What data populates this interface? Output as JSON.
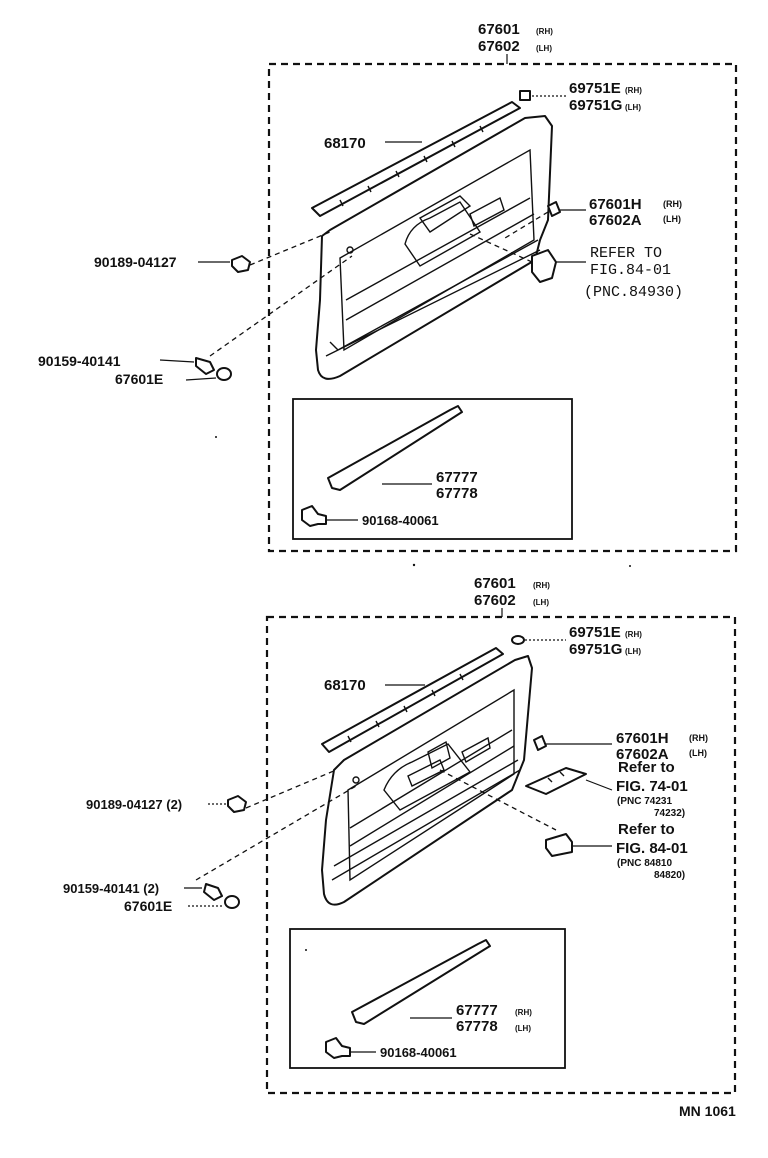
{
  "upper": {
    "assy_rh": "67601",
    "assy_rh_sfx": "(RH)",
    "assy_lh": "67602",
    "assy_lh_sfx": "(LH)",
    "cap_rh": "69751E",
    "cap_rh_sfx": "(RH)",
    "cap_lh": "69751G",
    "cap_lh_sfx": "(LH)",
    "weatherstrip": "68170",
    "clip_rh": "67601H",
    "clip_rh_sfx": "(RH)",
    "clip_lh": "67602A",
    "clip_lh_sfx": "(LH)",
    "refer_line1": "REFER TO",
    "refer_line2": "FIG.84-01",
    "refer_line3": "(PNC.84930)",
    "nut": "90189-04127",
    "screw": "90159-40141",
    "cover": "67601E",
    "panel_a": "67777",
    "panel_b": "67778",
    "panel_screw": "90168-40061"
  },
  "lower": {
    "assy_rh": "67601",
    "assy_rh_sfx": "(RH)",
    "assy_lh": "67602",
    "assy_lh_sfx": "(LH)",
    "cap_rh": "69751E",
    "cap_rh_sfx": "(RH)",
    "cap_lh": "69751G",
    "cap_lh_sfx": "(LH)",
    "weatherstrip": "68170",
    "clip_rh": "67601H",
    "clip_rh_sfx": "(RH)",
    "clip_lh": "67602A",
    "clip_lh_sfx": "(LH)",
    "refer1_line1": "Refer to",
    "refer1_line2": "FIG. 74-01",
    "refer1_line3": "(PNC 74231",
    "refer1_line4": "74232)",
    "refer2_line1": "Refer to",
    "refer2_line2": "FIG. 84-01",
    "refer2_line3": "(PNC 84810",
    "refer2_line4": "84820)",
    "nut": "90189-04127 (2)",
    "screw": "90159-40141 (2)",
    "cover": "67601E",
    "panel_a": "67777",
    "panel_a_sfx": "(RH)",
    "panel_b": "67778",
    "panel_b_sfx": "(LH)",
    "panel_screw": "90168-40061"
  },
  "footer": {
    "code": "MN 1061"
  }
}
